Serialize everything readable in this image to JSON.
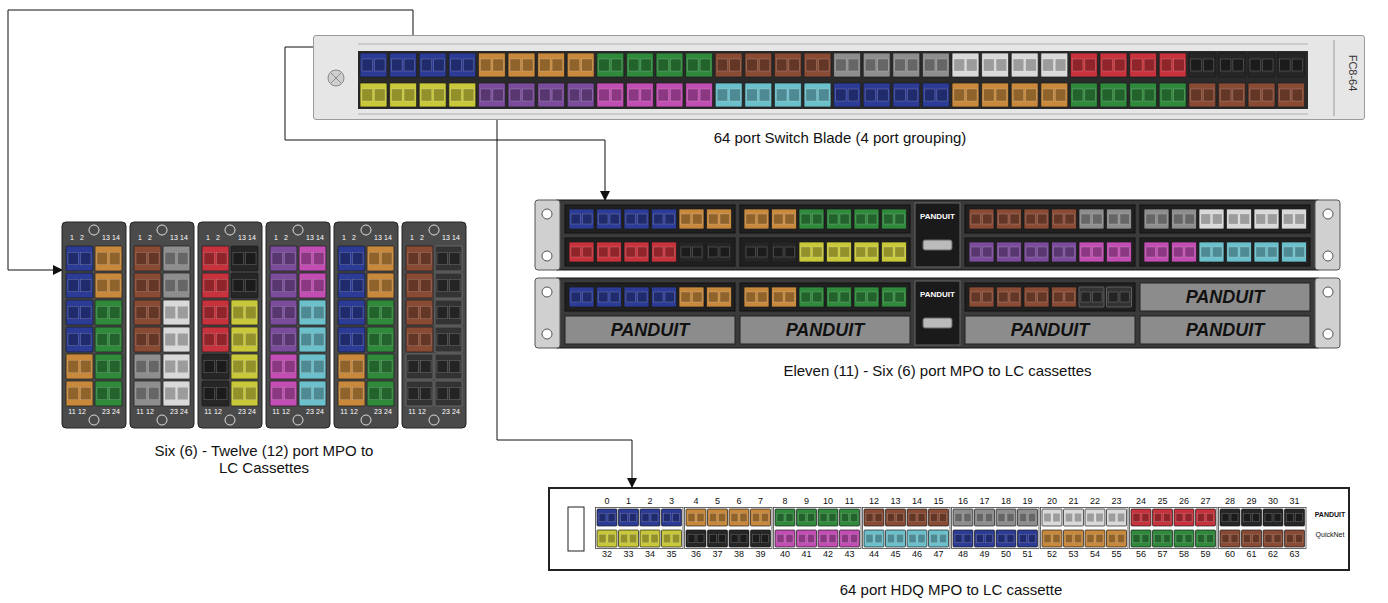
{
  "diagram": {
    "nodes": [
      {
        "text": [
          "FC8-64",
          "64 port Switch Blade (4 port grouping)"
        ]
      },
      {
        "text": [
          "Six (6) - Twelve (12) port MPO to LC Cassettes"
        ]
      },
      {
        "text": [
          "Eleven (11) - Six (6) port MPO to LC cassettes"
        ]
      },
      {
        "text": [
          "64 port HDQ MPO to LC cassette"
        ]
      }
    ],
    "edges": [
      {
        "from": 0,
        "to": 1,
        "arrow": "to"
      },
      {
        "from": 0,
        "to": 2,
        "arrow": "to"
      },
      {
        "from": 0,
        "to": 3,
        "arrow": "to"
      }
    ],
    "labels": [
      "1",
      "2",
      "13",
      "14",
      "11",
      "12",
      "23",
      "24",
      "1",
      "2",
      "13",
      "14",
      "11",
      "12",
      "23",
      "24",
      "1",
      "2",
      "13",
      "14",
      "11",
      "12",
      "23",
      "24",
      "1",
      "2",
      "13",
      "14",
      "11",
      "12",
      "23",
      "24",
      "1",
      "2",
      "13",
      "14",
      "11",
      "12",
      "23",
      "24",
      "1",
      "2",
      "13",
      "14",
      "11",
      "12",
      "23",
      "24",
      "PANDUIT",
      "PANDUIT",
      "PANDUIT",
      "PANDUIT",
      "PANDUIT",
      "PANDUIT",
      "PANDUIT",
      "0",
      "1",
      "2",
      "3",
      "4",
      "5",
      "6",
      "7",
      "8",
      "9",
      "10",
      "11",
      "12",
      "13",
      "14",
      "15",
      "16",
      "17",
      "18",
      "19",
      "20",
      "21",
      "22",
      "23",
      "24",
      "25",
      "26",
      "27",
      "28",
      "29",
      "30",
      "31",
      "32",
      "33",
      "34",
      "35",
      "36",
      "37",
      "38",
      "39",
      "40",
      "41",
      "42",
      "43",
      "44",
      "45",
      "46",
      "47",
      "48",
      "49",
      "50",
      "51",
      "52",
      "53",
      "54",
      "55",
      "56",
      "57",
      "58",
      "59",
      "60",
      "61",
      "62",
      "63",
      "PANDUIT",
      "QuickNet"
    ]
  }
}
